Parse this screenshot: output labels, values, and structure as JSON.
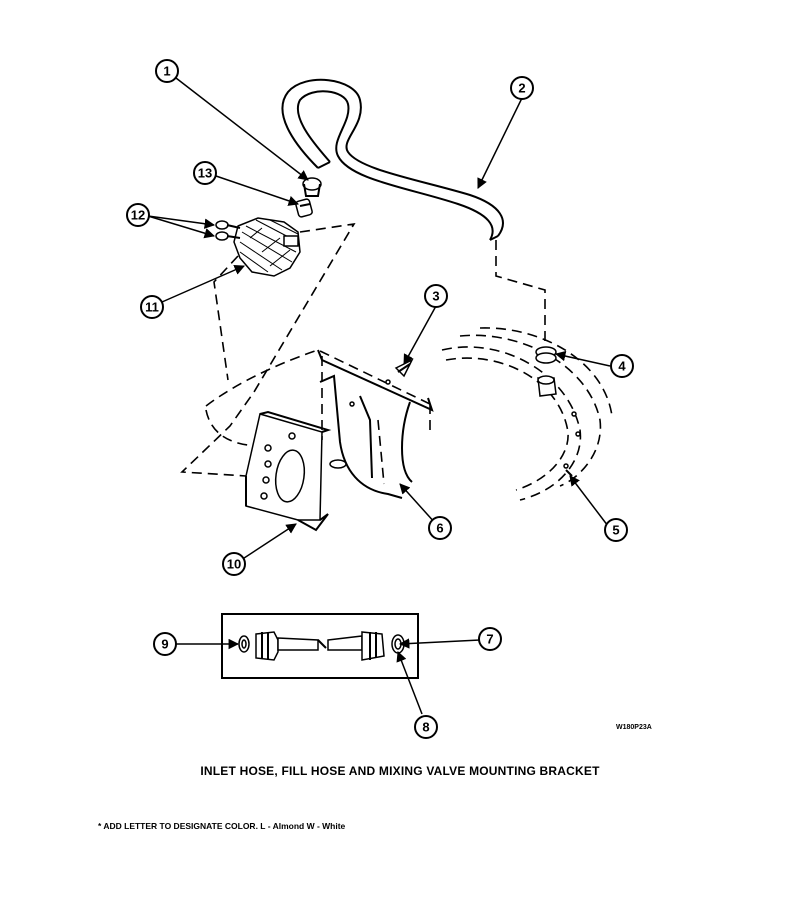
{
  "diagram": {
    "title": "INLET HOSE, FILL HOSE AND MIXING VALVE MOUNTING BRACKET",
    "footnote": "* ADD LETTER TO DESIGNATE COLOR.  L - Almond  W - White",
    "drawing_code": "W180P23A",
    "callouts": [
      "1",
      "2",
      "3",
      "4",
      "5",
      "6",
      "7",
      "8",
      "9",
      "10",
      "11",
      "12",
      "13"
    ]
  }
}
